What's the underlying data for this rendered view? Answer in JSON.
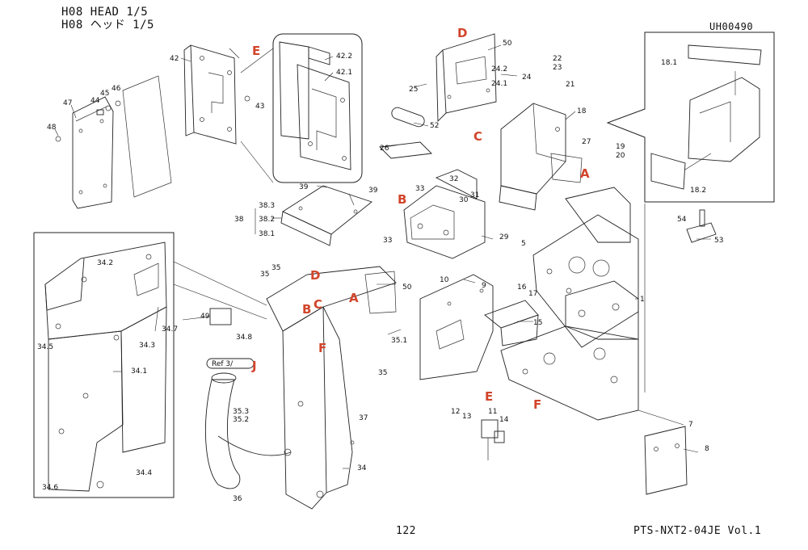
{
  "header": {
    "title_en": "H08 HEAD  1/5",
    "title_jp": "H08 ヘッド  1/5",
    "drawing_code": "UH00490"
  },
  "footer": {
    "page_number": "122",
    "doc_id": "PTS-NXT2-04JE  Vol.1"
  },
  "ref_note": "Ref 3/",
  "ref_letters": [
    "A",
    "B",
    "C",
    "D",
    "E",
    "F",
    "J"
  ],
  "part_numbers": [
    "1",
    "5",
    "7",
    "8",
    "9",
    "10",
    "11",
    "12",
    "13",
    "14",
    "15",
    "16",
    "17",
    "18",
    "18.1",
    "18.2",
    "19",
    "20",
    "21",
    "22",
    "23",
    "24",
    "24.1",
    "24.2",
    "25",
    "26",
    "27",
    "29",
    "30",
    "31",
    "32",
    "33",
    "34",
    "34.1",
    "34.2",
    "34.3",
    "34.4",
    "34.5",
    "34.6",
    "34.7",
    "34.8",
    "35",
    "35.1",
    "35.2",
    "35.3",
    "36",
    "37",
    "38",
    "38.1",
    "38.2",
    "38.3",
    "39",
    "42",
    "42.1",
    "42.2",
    "43",
    "44",
    "45",
    "46",
    "47",
    "48",
    "49",
    "50",
    "52",
    "53",
    "54"
  ],
  "colors": {
    "ref_letter": "#d2452c",
    "line": "#222222",
    "background": "#ffffff"
  }
}
